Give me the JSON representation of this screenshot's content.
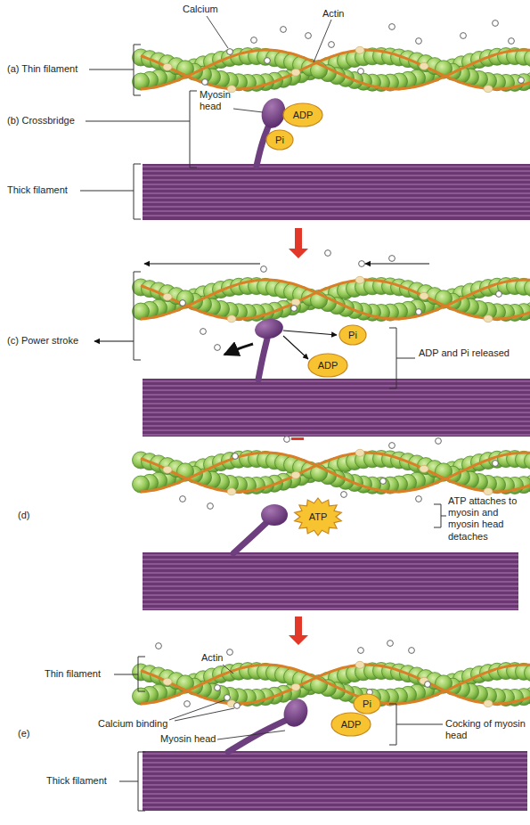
{
  "diagram": {
    "nodes": [
      {
        "text": [
          "ADP"
        ]
      },
      {
        "text": [
          "Pi"
        ]
      },
      {
        "text": [
          "Pi"
        ]
      },
      {
        "text": [
          "ADP"
        ]
      },
      {
        "text": [
          "ATP"
        ]
      },
      {
        "text": [
          "Pi"
        ]
      },
      {
        "text": [
          "ADP"
        ]
      }
    ],
    "labels": [
      "Calcium",
      "Actin",
      "(a) Thin filament",
      "(b) Crossbridge",
      "Myosin head",
      "Thick filament",
      "(c) Power stroke",
      "ADP and Pi released",
      "(d)",
      "ATP attaches to myosin and myosin head detaches",
      "Actin",
      "Thin filament",
      "Calcium binding",
      "Myosin head",
      "(e)",
      "Cocking of myosin head",
      "Thick filament"
    ]
  }
}
